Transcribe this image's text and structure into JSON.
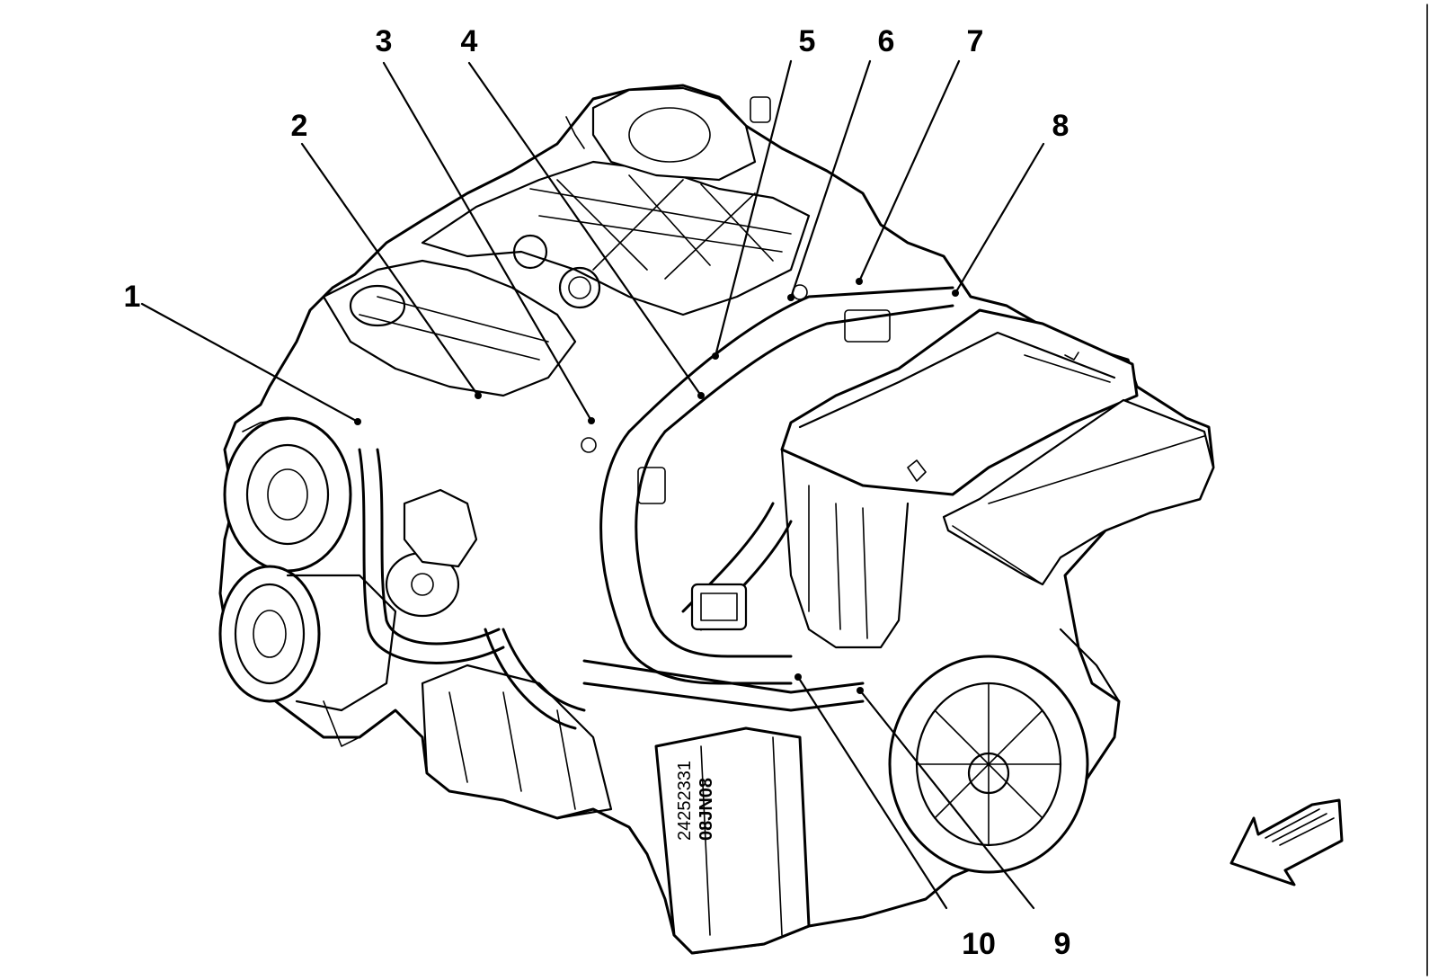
{
  "diagram": {
    "callouts": [
      {
        "id": "1",
        "label": "1"
      },
      {
        "id": "2",
        "label": "2"
      },
      {
        "id": "3",
        "label": "3"
      },
      {
        "id": "4",
        "label": "4"
      },
      {
        "id": "5",
        "label": "5"
      },
      {
        "id": "6",
        "label": "6"
      },
      {
        "id": "7",
        "label": "7"
      },
      {
        "id": "8",
        "label": "8"
      },
      {
        "id": "9",
        "label": "9"
      },
      {
        "id": "10",
        "label": "10"
      }
    ],
    "casting_text": {
      "line1": "24252331",
      "line2": "08JN08"
    },
    "line_color": "#000000",
    "background_color": "#ffffff",
    "direction_arrow": "front-direction-arrow-icon"
  }
}
